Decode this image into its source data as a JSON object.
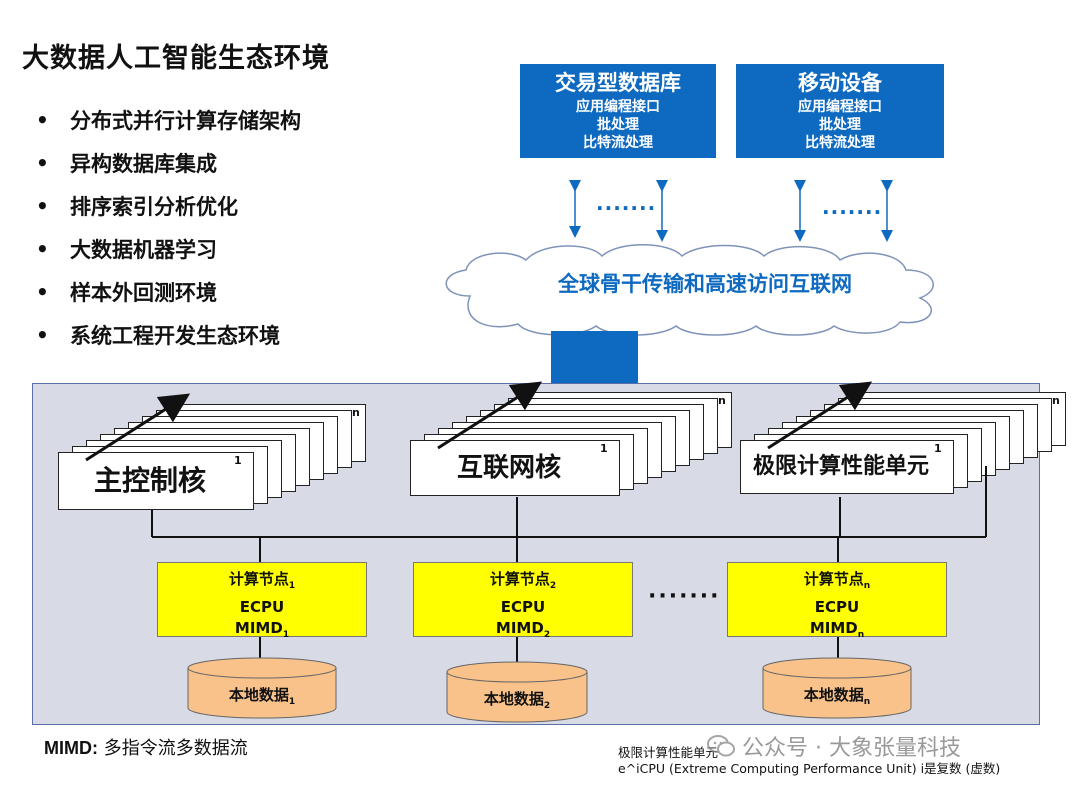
{
  "title": "大数据人工智能生态环境",
  "bullets": [
    "分布式并行计算存储架构",
    "异构数据库集成",
    "排序索引分析优化",
    "大数据机器学习",
    "样本外回测环境",
    "系统工程开发生态环境"
  ],
  "bullet_symbol": "•",
  "top_boxes": [
    {
      "title": "交易型数据库",
      "lines": [
        "应用编程接口",
        "批处理",
        "比特流处理"
      ]
    },
    {
      "title": "移动设备",
      "lines": [
        "应用编程接口",
        "批处理",
        "比特流处理"
      ]
    }
  ],
  "ellipsis": "·······",
  "cloud_label": "全球骨干传输和高速访问互联网",
  "stacks": [
    {
      "label": "主控制核",
      "index_front": "1",
      "index_back": "n"
    },
    {
      "label": "互联网核",
      "index_front": "1",
      "index_back": "n"
    },
    {
      "label": "极限计算性能单元",
      "index_front": "1",
      "index_back": "n"
    }
  ],
  "nodes": [
    {
      "name": "计算节点",
      "sub": "1",
      "cpu": "ECPU",
      "mimd": "MIMD",
      "mimd_sub": "1",
      "disk": "本地数据",
      "disk_sub": "1"
    },
    {
      "name": "计算节点",
      "sub": "2",
      "cpu": "ECPU",
      "mimd": "MIMD",
      "mimd_sub": "2",
      "disk": "本地数据",
      "disk_sub": "2"
    },
    {
      "name": "计算节点",
      "sub": "n",
      "cpu": "ECPU",
      "mimd": "MIMD",
      "mimd_sub": "n",
      "disk": "本地数据",
      "disk_sub": "n"
    }
  ],
  "node_ellipsis": "·······",
  "mimd_note": {
    "term": "MIMD:",
    "desc": "多指令流多数据流"
  },
  "footnote": {
    "line1": "极限计算性能单元",
    "line2": "e^iCPU (Extreme Computing Performance Unit) i是复数 (虚数)"
  },
  "watermark": "公众号 · 大象张量科技",
  "colors": {
    "blue": "#0e6ac0",
    "yellow": "#ffff00",
    "disk": "#f8c28a",
    "panel": "#d8dae6"
  }
}
